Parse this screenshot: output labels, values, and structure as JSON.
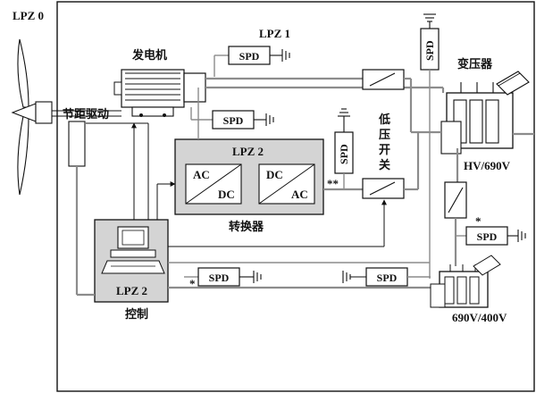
{
  "zones": {
    "lpz0": "LPZ 0",
    "lpz1": "LPZ 1",
    "lpz2_converter": "LPZ 2",
    "lpz2_control": "LPZ 2"
  },
  "components": {
    "generator": "发电机",
    "pitch_drive": "节距驱动",
    "converter": "转换器",
    "control": "控制",
    "transformer": "变压器",
    "transformer_rating": "HV/690V",
    "low_voltage_switch": [
      "低",
      "压",
      "开",
      "关"
    ],
    "aux_transformer_rating": "690V/400V"
  },
  "converter_cells": {
    "left": [
      "AC",
      "DC"
    ],
    "right": [
      "DC",
      "AC"
    ]
  },
  "spd_label": "SPD",
  "marks": {
    "single": "*",
    "double": "**"
  },
  "colors": {
    "wire": "#8c8c8c",
    "lpz2_fill": "#d4d4d4",
    "line": "#111111"
  }
}
